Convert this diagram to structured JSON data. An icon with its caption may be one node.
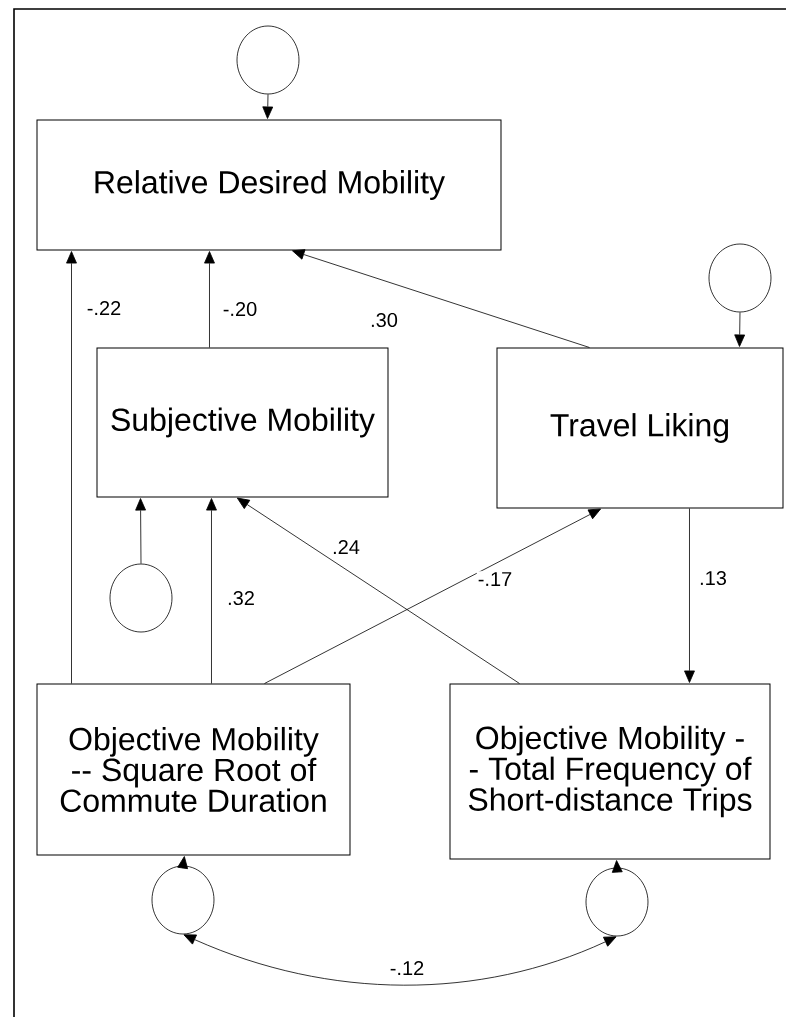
{
  "diagram": {
    "nodes": [
      {
        "text": [],
        "shape": "circle"
      },
      {
        "text": [
          "Relative Desired Mobility"
        ]
      },
      {
        "text": [],
        "shape": "circle"
      },
      {
        "text": [
          "Subjective Mobility"
        ]
      },
      {
        "text": [
          "Travel Liking"
        ]
      },
      {
        "text": [],
        "shape": "circle"
      },
      {
        "text": [
          "Objective Mobility -- Square Root of Commute Duration"
        ]
      },
      {
        "text": [
          "Objective Mobility -- Total Frequency of Short-distance Trips"
        ]
      },
      {
        "text": [],
        "shape": "circle"
      },
      {
        "text": [],
        "shape": "circle"
      }
    ],
    "edges": [
      {
        "from": 0,
        "to": 1,
        "arrow": "to"
      },
      {
        "from": 2,
        "to": 4,
        "arrow": "to"
      },
      {
        "from": 5,
        "to": 3,
        "arrow": "to"
      },
      {
        "from": 6,
        "to": 1,
        "arrow": "to",
        "label": "-.22"
      },
      {
        "from": 3,
        "to": 1,
        "arrow": "to",
        "label": "-.20"
      },
      {
        "from": 4,
        "to": 1,
        "arrow": "to",
        "label": ".30"
      },
      {
        "from": 6,
        "to": 3,
        "arrow": "to",
        "label": ".32"
      },
      {
        "from": 7,
        "to": 3,
        "arrow": "to",
        "label": ".24"
      },
      {
        "from": 6,
        "to": 4,
        "arrow": "to",
        "label": "-.17"
      },
      {
        "from": 4,
        "to": 7,
        "arrow": "to",
        "label": ".13"
      },
      {
        "from": 8,
        "to": 6,
        "arrow": "to"
      },
      {
        "from": 9,
        "to": 7,
        "arrow": "to"
      },
      {
        "from": 8,
        "to": 9,
        "arrow": "both",
        "label": "-.12"
      }
    ]
  }
}
